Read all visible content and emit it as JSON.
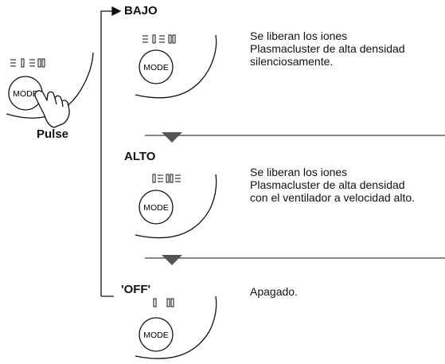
{
  "left": {
    "button_label": "MODE",
    "caption": "Pulse"
  },
  "modes": [
    {
      "title": "BAJO",
      "button_label": "MODE",
      "description": [
        "Se liberan los iones",
        "Plasmacluster de alta densidad",
        "silenciosamente."
      ]
    },
    {
      "title": "ALTO",
      "button_label": "MODE",
      "description": [
        "Se liberan los iones",
        "Plasmacluster de alta densidad",
        "con el ventilador a velocidad alto."
      ]
    },
    {
      "title": "'OFF'",
      "button_label": "MODE",
      "description": [
        "Apagado."
      ]
    }
  ]
}
